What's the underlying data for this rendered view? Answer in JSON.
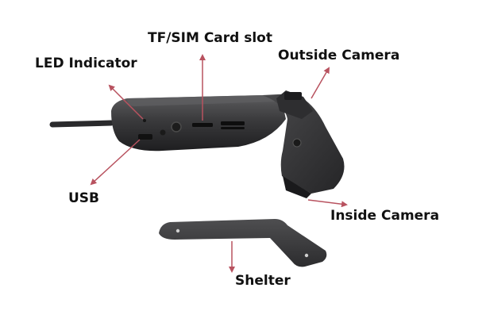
{
  "labels": {
    "card_slot": "TF/SIM Card slot",
    "led": "LED Indicator",
    "outside_camera": "Outside Camera",
    "usb": "USB",
    "inside_camera": "Inside Camera",
    "shelter": "Shelter"
  },
  "colors": {
    "arrow": "#b8525f",
    "body": "#3a3a3c",
    "body_dark": "#222224",
    "body_light": "#5a5a5c",
    "cable": "#2a2a2c"
  }
}
